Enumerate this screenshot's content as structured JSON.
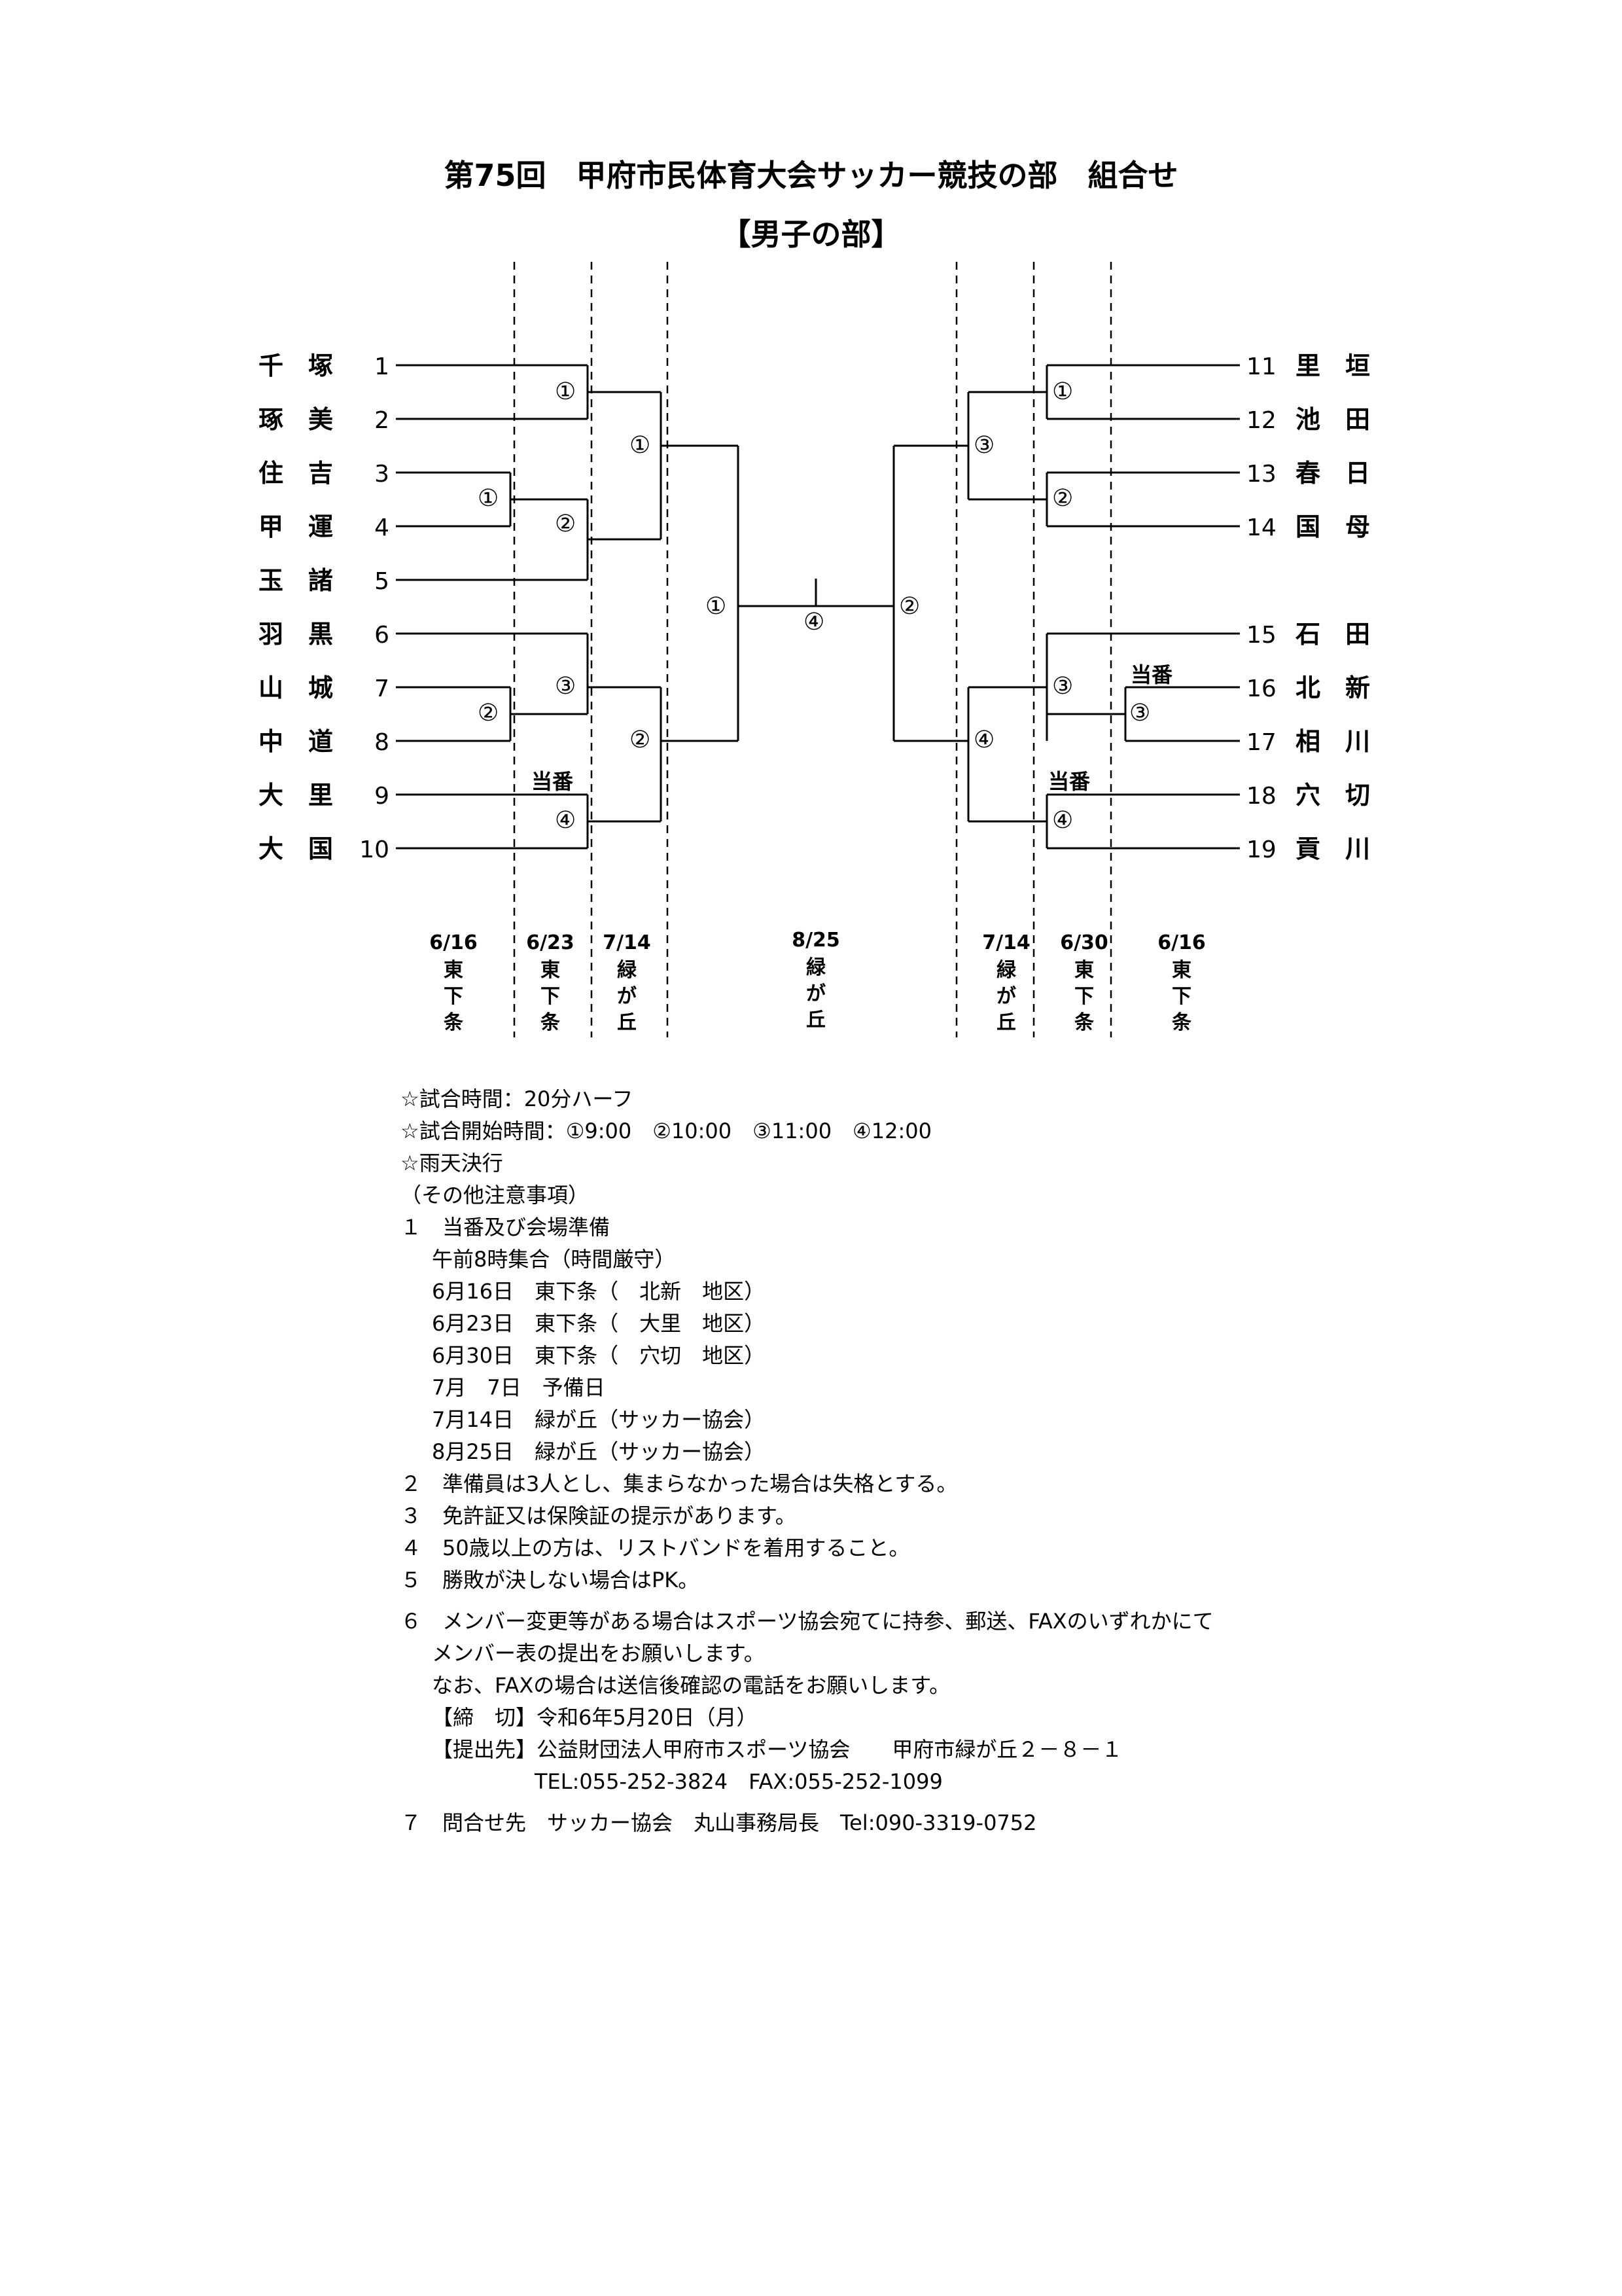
{
  "title": "第75回　甲府市民体育大会サッカー競技の部　組合せ",
  "subtitle": "【男子の部】",
  "teams_left": [
    {
      "name": "千　塚",
      "num": "1"
    },
    {
      "name": "琢　美",
      "num": "2"
    },
    {
      "name": "住　吉",
      "num": "3"
    },
    {
      "name": "甲　運",
      "num": "4"
    },
    {
      "name": "玉　諸",
      "num": "5"
    },
    {
      "name": "羽　黒",
      "num": "6"
    },
    {
      "name": "山　城",
      "num": "7"
    },
    {
      "name": "中　道",
      "num": "8"
    },
    {
      "name": "大　里",
      "num": "9"
    },
    {
      "name": "大　国",
      "num": "10"
    }
  ],
  "teams_right": [
    {
      "num": "11",
      "name": "里　垣"
    },
    {
      "num": "12",
      "name": "池　田"
    },
    {
      "num": "13",
      "name": "春　日"
    },
    {
      "num": "14",
      "name": "国　母"
    },
    {
      "num": "15",
      "name": "石　田"
    },
    {
      "num": "16",
      "name": "北　新"
    },
    {
      "num": "17",
      "name": "相　川"
    },
    {
      "num": "18",
      "name": "穴　切"
    },
    {
      "num": "19",
      "name": "貢　川"
    }
  ],
  "match_labels": {
    "m1": "①",
    "m2": "②",
    "m3": "③",
    "m4": "④",
    "final": "④"
  },
  "duty_label": "当番",
  "dates": [
    {
      "date": "6/16",
      "venue": [
        "東",
        "下",
        "条"
      ]
    },
    {
      "date": "6/23",
      "venue": [
        "東",
        "下",
        "条"
      ]
    },
    {
      "date": "7/14",
      "venue": [
        "緑",
        "が",
        "丘"
      ]
    },
    {
      "date": "8/25",
      "venue": [
        "緑",
        "が",
        "丘"
      ]
    },
    {
      "date": "7/14",
      "venue": [
        "緑",
        "が",
        "丘"
      ]
    },
    {
      "date": "6/30",
      "venue": [
        "東",
        "下",
        "条"
      ]
    },
    {
      "date": "6/16",
      "venue": [
        "東",
        "下",
        "条"
      ]
    }
  ],
  "notes": {
    "time": "☆試合時間：20分ハーフ",
    "start": "☆試合開始時間：①9:00　②10:00　③11:00　④12:00",
    "rain": "☆雨天決行",
    "other": "（その他注意事項）",
    "n1": "１　当番及び会場準備",
    "n1a": "午前8時集合（時間厳守）",
    "n1b": "6月16日　東下条（　北新　地区）",
    "n1c": "6月23日　東下条（　大里　地区）",
    "n1d": "6月30日　東下条（　穴切　地区）",
    "n1e": "7月　7日　予備日",
    "n1f": "7月14日　緑が丘（サッカー協会）",
    "n1g": "8月25日　緑が丘（サッカー協会）",
    "n2": "２　準備員は3人とし、集まらなかった場合は失格とする。",
    "n3": "３　免許証又は保険証の提示があります。",
    "n4": "４　50歳以上の方は、リストバンドを着用すること。",
    "n5": "５　勝敗が決しない場合はPK。",
    "n6": "６　メンバー変更等がある場合はスポーツ協会宛てに持参、郵送、FAXのいずれかにて",
    "n6a": "メンバー表の提出をお願いします。",
    "n6b": "なお、FAXの場合は送信後確認の電話をお願いします。",
    "n6c": "【締　切】令和6年5月20日（月）",
    "n6d": "【提出先】公益財団法人甲府市スポーツ協会　　甲府市緑が丘２－８－１",
    "n6e": "TEL:055-252-3824　FAX:055-252-1099",
    "n7": "７　問合せ先　サッカー協会　丸山事務局長　Tel:090-3319-0752"
  }
}
